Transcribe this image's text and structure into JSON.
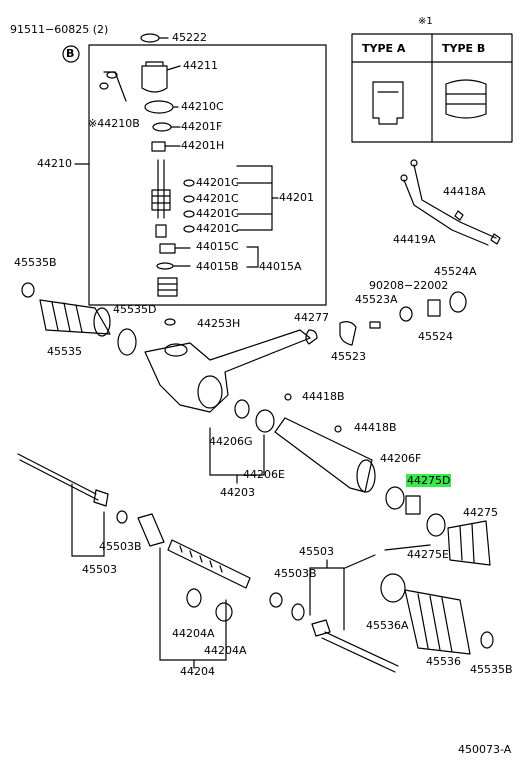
{
  "diagram": {
    "figure_id": "450073-A",
    "star_mark": "※1",
    "type_a": "TYPE  A",
    "type_b": "TYPE  B",
    "b_marker": "B",
    "labels": {
      "p91511": "91511−60825 (2)",
      "p45222": "45222",
      "p44211": "44211",
      "p44210C": "44210C",
      "p44210B": "※44210B",
      "p44201F": "44201F",
      "p44201H": "44201H",
      "p44210": "44210",
      "p44201C1": "44201C",
      "p44201C2": "44201C",
      "p44201C3": "44201C",
      "p44201C4": "44201C",
      "p44201": "44201",
      "p44015C": "44015C",
      "p44015B": "44015B",
      "p44015A": "44015A",
      "p44418A": "44418A",
      "p44419A": "44419A",
      "p45535B_top": "45535B",
      "p45535D": "45535D",
      "p45535": "45535",
      "p44253H": "44253H",
      "p44277": "44277",
      "p90208": "90208−22002",
      "p45524A": "45524A",
      "p45523A": "45523A",
      "p45524": "45524",
      "p45523": "45523",
      "p44418B": "44418B",
      "p44418B2": "44418B",
      "p44206G": "44206G",
      "p44206E": "44206E",
      "p44203": "44203",
      "p44206F": "44206F",
      "p44275D": "44275D",
      "p44275": "44275",
      "p44275E": "44275E",
      "p45503B_l": "45503B",
      "p45503_l": "45503",
      "p45503": "45503",
      "p45503B_m": "45503B",
      "p45536A": "45536A",
      "p44204A1": "44204A",
      "p44204A2": "44204A",
      "p44204": "44204",
      "p45536": "45536",
      "p45535B_bot": "45535B"
    }
  }
}
